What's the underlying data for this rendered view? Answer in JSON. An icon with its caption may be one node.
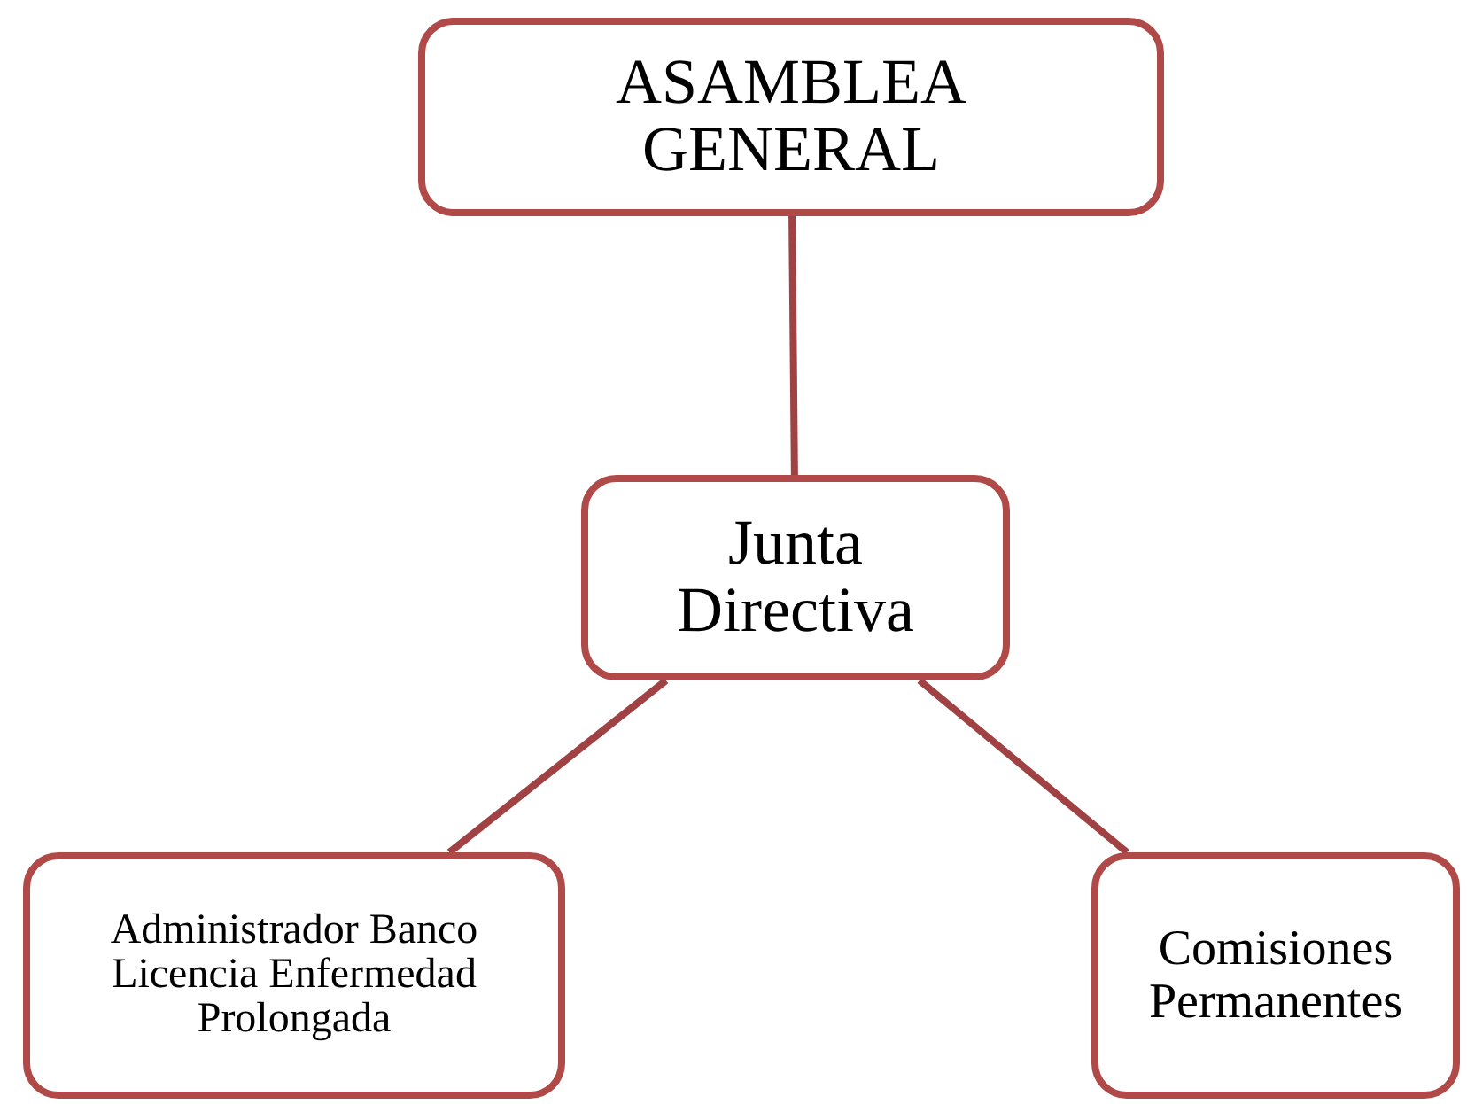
{
  "diagram": {
    "nodes": [
      {
        "text": [
          "ASAMBLEA GENERAL"
        ]
      },
      {
        "text": [
          "Junta Directiva"
        ]
      },
      {
        "text": [
          "Administrador Banco Licencia Enfermedad Prolongada"
        ]
      },
      {
        "text": [
          "Comisiones Permanentes"
        ]
      }
    ],
    "edges": [
      {
        "from": 0,
        "to": 1,
        "arrow": "none"
      },
      {
        "from": 1,
        "to": 2,
        "arrow": "none"
      },
      {
        "from": 1,
        "to": 3,
        "arrow": "none"
      }
    ]
  }
}
